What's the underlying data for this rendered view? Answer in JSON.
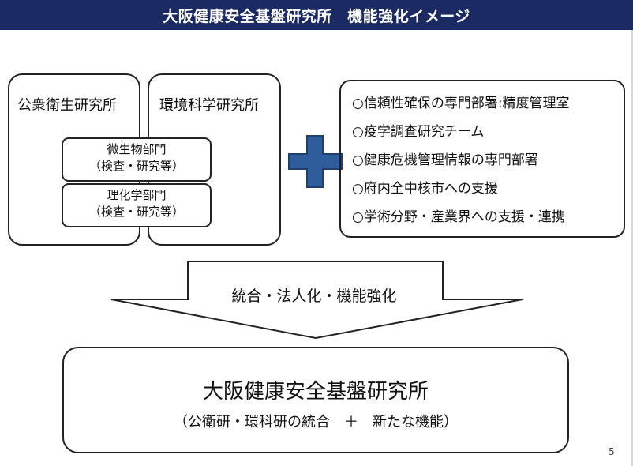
{
  "title": "大阪健康安全基盤研究所　機能強化イメージ",
  "institutes": {
    "left": "公衆衛生研究所",
    "right": "環境科学研究所"
  },
  "departments": [
    {
      "name": "微生物部門",
      "note": "（検査・研究等）"
    },
    {
      "name": "理化学部門",
      "note": "（検査・研究等）"
    }
  ],
  "new_functions": [
    "○信頼性確保の専門部署:精度管理室",
    "○疫学調査研究チーム",
    "○健康危機管理情報の専門部署",
    "○府内全中核市への支援",
    "○学術分野・産業界への支援・連携"
  ],
  "arrow_label": "統合・法人化・機能強化",
  "result": {
    "title": "大阪健康安全基盤研究所",
    "subtitle": "（公衛研・環科研の統合　＋　新たな機能）"
  },
  "page_number": "5",
  "colors": {
    "title_bg": "#1b2a63",
    "plus": "#2f5d9c"
  }
}
